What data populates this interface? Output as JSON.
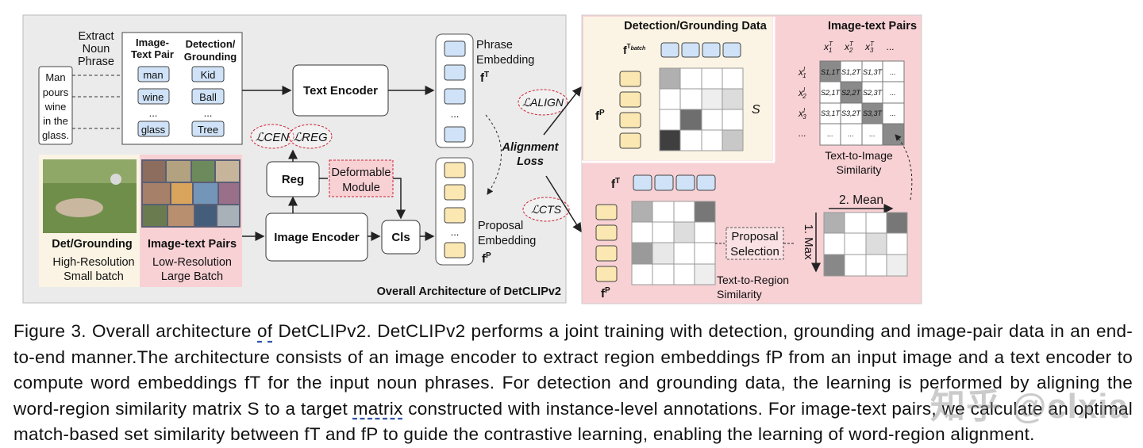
{
  "figure": {
    "left_panel": {
      "extract_label": [
        "Extract",
        "Noun",
        "Phrase"
      ],
      "sentence": [
        "Man",
        "pours",
        "wine",
        "in the",
        "glass."
      ],
      "col_image_text": [
        "Image-",
        "Text Pair"
      ],
      "col_detection": [
        "Detection/",
        "Grounding"
      ],
      "phrases": [
        "man",
        "wine",
        "...",
        "glass"
      ],
      "classes": [
        "Kid",
        "Ball",
        "...",
        "Tree"
      ],
      "text_encoder": "Text Encoder",
      "reg": "Reg",
      "deformable": [
        "Deformable",
        "Module"
      ],
      "image_encoder": "Image Encoder",
      "cls": "Cls",
      "loss_cen": "ℒCEN",
      "loss_reg": "ℒREG",
      "det_title": "Det/Grounding",
      "det_sub": [
        "High-Resolution",
        "Small batch"
      ],
      "pairs_title": "Image-text Pairs",
      "pairs_sub": [
        "Low-Resolution",
        "Large Batch"
      ],
      "phrase_emb": [
        "Phrase",
        "Embedding"
      ],
      "f_t": "fT",
      "proposal_emb": [
        "Proposal",
        "Embedding"
      ],
      "f_p": "fP",
      "dots": "...",
      "align_loss": [
        "Alignment",
        "Loss"
      ],
      "loss_align": "ℒALIGN",
      "loss_cts": "ℒCTS",
      "overall": "Overall Architecture of DetCLIPv2"
    },
    "right_panel": {
      "det_data_title": "Detection/Grounding Data",
      "f_t_batch": "fTbatch",
      "f_p": "fP",
      "s_label": "S",
      "pairs_title": "Image-text Pairs",
      "x_t": [
        "x1T",
        "x2T",
        "x3T",
        "..."
      ],
      "x_i": [
        "x1I",
        "x2I",
        "x3I",
        "..."
      ],
      "sim_cells": [
        [
          "S1,1T",
          "S1,2T",
          "S1,3T",
          "..."
        ],
        [
          "S2,1T",
          "S2,2T",
          "S2,3T",
          "..."
        ],
        [
          "S3,1T",
          "S3,2T",
          "S3,3T",
          "..."
        ],
        [
          "...",
          "...",
          "...",
          ""
        ]
      ],
      "t2i": [
        "Text-to-Image",
        "Similarity"
      ],
      "f_t": "fT",
      "f_p_bottom": "fP",
      "proposal_sel": [
        "Proposal",
        "Selection"
      ],
      "t2r": [
        "Text-to-Region",
        "Similarity"
      ],
      "mean": "2. Mean",
      "max": "1. Max"
    },
    "colors": {
      "pink": "#f8d1d5",
      "cream": "#fbf4e4",
      "blue_box": "#cfe2f7",
      "yellow_box": "#fbe7b2",
      "gray_bg": "#ebebeb"
    }
  },
  "caption": {
    "p1": "Figure 3. Overall architecture ",
    "of": "of",
    "p2": " DetCLIPv2. DetCLIPv2 performs a joint training with detection, grounding and image-pair data in an end-to-end manner.The architecture consists of an image encoder to extract region embeddings fP from an input image and a text encoder to compute word embeddings fT for the input noun phrases. For detection and grounding data, the learning is performed by aligning the word-region similarity matrix S to a target ",
    "matrix": "matrix",
    "p3": " constructed with instance-level annotations. For image-text pairs, we calculate an optimal match-based set similarity between fT and fP to guide the contrastive learning, enabling the learning of word-region alignment."
  },
  "watermark": "知乎 @clxia"
}
